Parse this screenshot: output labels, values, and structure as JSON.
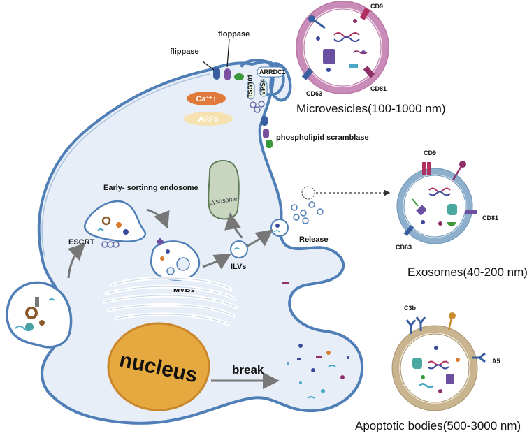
{
  "labels": {
    "flippase": "flippase",
    "floppase": "floppase",
    "arrdc1": "ARRDC1",
    "tsg101": "TSG101",
    "vps4": "VPS4",
    "calcium": "Ca²⁺↑",
    "arf6": "ARF6",
    "phospholipid_scramblase": "phospholipid scramblase",
    "early_sorting_endosome": "Early- sortinng endosome",
    "lysosome": "Lysosome",
    "escrt": "ESCRT",
    "mvbs": "MVBs",
    "ilvs": "ILVs",
    "release": "Release",
    "nucleus": "nucleus",
    "break": "break"
  },
  "vesicles": {
    "microvesicles": {
      "title": "Microvesicles(100-1000 nm)",
      "markers": [
        "CD9",
        "CD63",
        "CD81"
      ]
    },
    "exosomes": {
      "title": "Exosomes(40-200 nm)",
      "markers": [
        "CD9",
        "CD63",
        "CD81"
      ]
    },
    "apoptotic_bodies": {
      "title": "Apoptotic bodies(500-3000 nm)",
      "markers": [
        "C3b",
        "A5"
      ]
    }
  },
  "colors": {
    "cytoplasm": "#e7eef8",
    "membrane": "#4f7fb6",
    "nucleus": "#e6a93f",
    "nucleus_edge": "#c9862a",
    "calcium_pill": "#e07a3a",
    "arf6_pill": "#f5e2b0",
    "lysosome": "#c8d6c0",
    "microvesicle_shell": "#c98bb8",
    "exosome_shell": "#8fb0cc",
    "apoptotic_shell": "#c9b490"
  }
}
